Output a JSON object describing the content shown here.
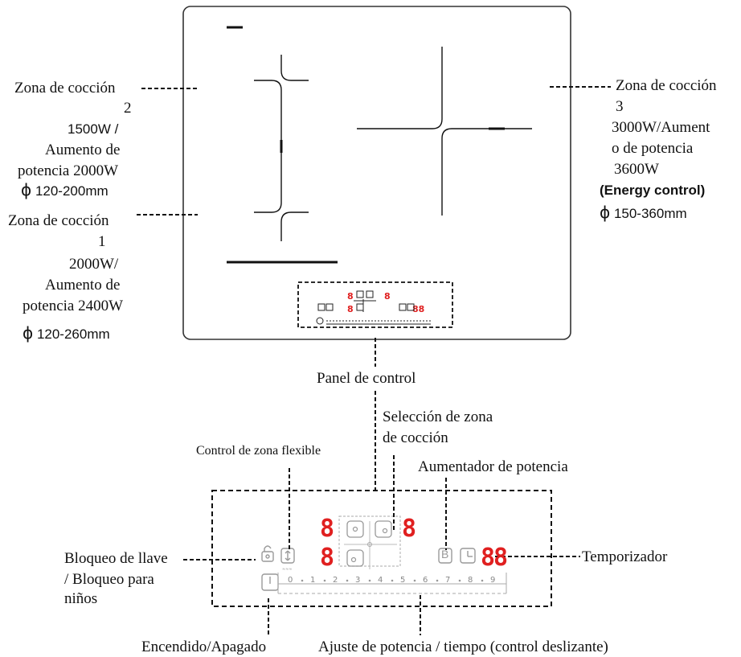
{
  "zone2": {
    "title_a": "Zona de cocción",
    "title_b": "2",
    "power_a": "1500W /",
    "power_b": "Aumento de",
    "power_c": "potencia 2000W",
    "phi": "ϕ",
    "size": "120-200mm"
  },
  "zone1": {
    "title_a": "Zona de cocción",
    "title_b": "1",
    "power_a": "2000W/",
    "power_b": "Aumento de",
    "power_c": "potencia 2400W",
    "phi": "ϕ",
    "size": "120-260mm"
  },
  "zone3": {
    "title_a": "Zona de cocción",
    "title_b": "3",
    "power_a": "3000W/Aument",
    "power_b": "o de potencia",
    "power_c": "3600W",
    "energy": "(Energy control)",
    "phi": "ϕ",
    "size": "150-360mm"
  },
  "labels": {
    "panel": "Panel de control",
    "zone_select_a": "Selección de zona",
    "zone_select_b": "de cocción",
    "flex": "Control de zona flexible",
    "booster": "Aumentador de potencia",
    "lock_a": "Bloqueo de llave",
    "lock_b": "/ Bloqueo para",
    "lock_c": "niños",
    "timer": "Temporizador",
    "onoff": "Encendido/Apagado",
    "slider": "Ajuste de potencia / tiempo (control deslizante)"
  },
  "panel": {
    "digit": "8",
    "timer_digits": "88",
    "boost_letter": "B",
    "slider_marks": [
      "0",
      "1",
      "2",
      "3",
      "4",
      "5",
      "6",
      "7",
      "8",
      "9"
    ]
  },
  "colors": {
    "led_red": "#e02020",
    "ink": "#111111",
    "icon_grey": "#9a9a9a"
  }
}
